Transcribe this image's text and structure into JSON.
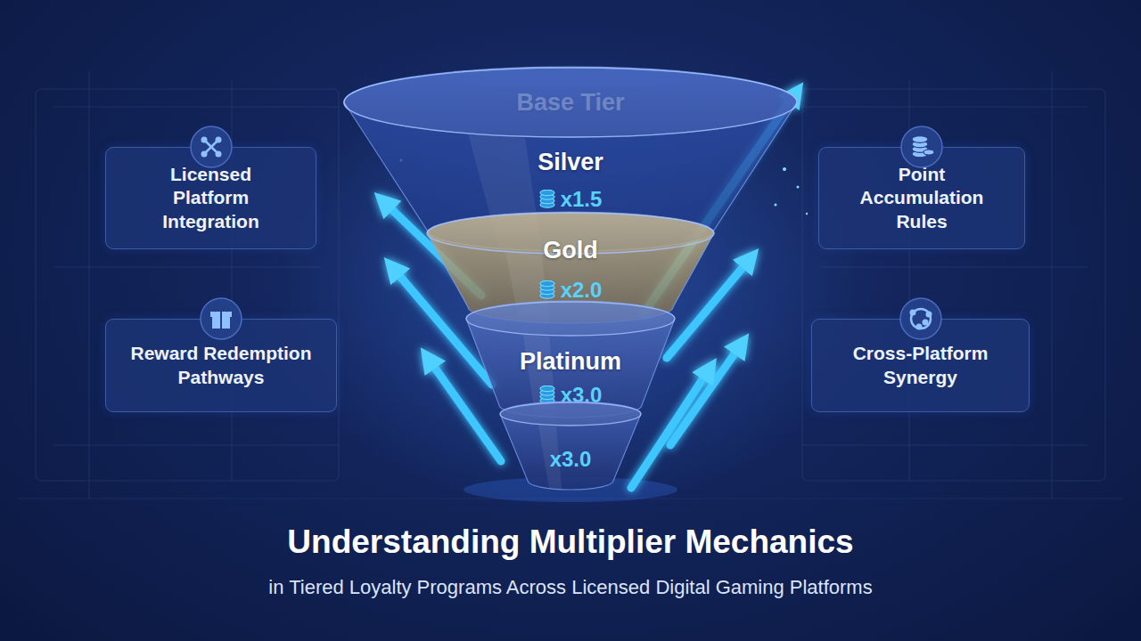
{
  "diagram": {
    "title": "Understanding Multiplier Mechanics",
    "caption": "in Tiered Loyalty Programs Across Licensed Digital Gaming Platforms",
    "nodes": [
      {
        "text": [
          "Base Tier"
        ]
      },
      {
        "text": [
          "Silver",
          "x1.5"
        ]
      },
      {
        "text": [
          "Gold",
          "x2.0"
        ]
      },
      {
        "text": [
          "Platinum",
          "x3.0"
        ]
      },
      {
        "text": [
          "x3.0"
        ]
      },
      {
        "text": [
          "Licensed Platform Integration"
        ]
      },
      {
        "text": [
          "Reward Redemption Pathways"
        ]
      },
      {
        "text": [
          "Point Accumulation Rules"
        ]
      },
      {
        "text": [
          "Cross-Platform Synergy"
        ]
      }
    ]
  }
}
